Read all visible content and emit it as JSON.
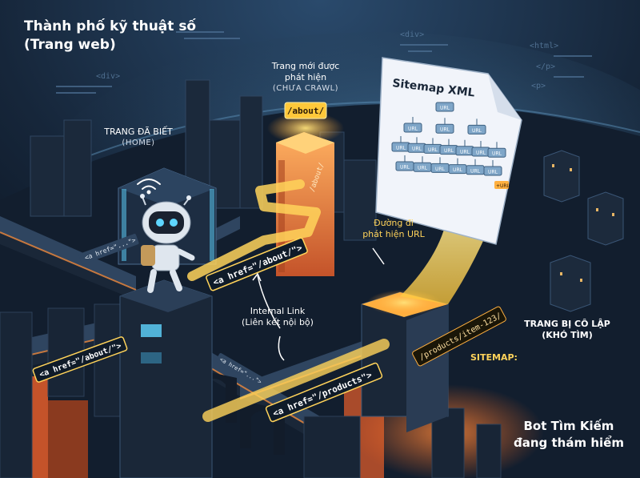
{
  "title": {
    "line1": "Thành phố kỹ thuật số",
    "line2": "(Trang web)"
  },
  "labels": {
    "known_page": {
      "line1": "TRANG ĐÃ BIẾT",
      "line2": "(HOME)"
    },
    "new_page": {
      "line1": "Trang mới được",
      "line2": "phát hiện",
      "line3": "(CHƯA CRAWL)"
    },
    "url_path": {
      "line1": "Đường đi",
      "line2": "phát hiện URL"
    },
    "internal_link": {
      "line1": "Internal Link",
      "line2": "(Liên kết nội bộ)"
    },
    "isolated_page": {
      "line1": "TRANG BỊ CÔ LẬP",
      "line2": "(KHÓ TÌM)"
    },
    "bot_note": {
      "line1": "Bot Tìm Kiếm",
      "line2": "đang thám hiểm"
    }
  },
  "signs": {
    "about_top": "/about/",
    "about_side": "/about/",
    "products_item": "/products/item-123/",
    "sitemap_label": "SITEMAP:"
  },
  "links": {
    "small_home": "<a href=\"...\">",
    "about": "<a href=\"/about/\">",
    "about_left": "<a href=\"/about/\">",
    "products": "<a href=\"/products\">",
    "small_mid": "<a href=\"...\">"
  },
  "sitemap": {
    "title": "Sitemap XML",
    "node_label": "URL",
    "nodes_rows": [
      1,
      3,
      7,
      6
    ],
    "badge": "+URL"
  },
  "code_tags": [
    "<div>",
    "<html>",
    "<div>",
    "</p>",
    "<p>"
  ],
  "colors": {
    "sky_top": "#223f5e",
    "ground": "#121e2e",
    "building": "#1a2738",
    "accent_orange": "#f08a3c",
    "path_yellow": "#ffd35a",
    "glow_cyan": "#5fd6ff"
  },
  "icons": [
    "robot-bot",
    "wifi-signal-icon"
  ]
}
